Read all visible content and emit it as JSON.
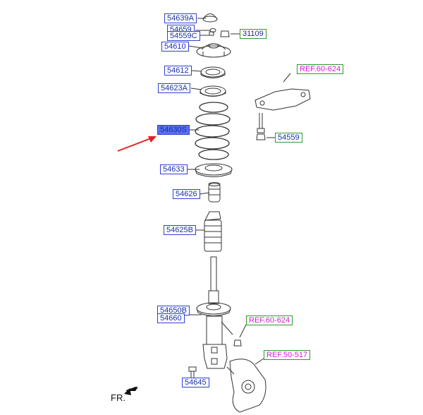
{
  "labels": {
    "p54639A": "54639A",
    "p54659": "54659",
    "p54559C": "54559C",
    "p31109": "31109",
    "p54610": "54610",
    "p54612": "54612",
    "p54623A": "54623A",
    "p54630S": "54630S",
    "p54633": "54633",
    "p54626": "54626",
    "p54625B": "54625B",
    "p54650B": "54650B",
    "p54660": "54660",
    "p54645": "54645",
    "p54559": "54559",
    "ref_60_624_top": "REF.60-624",
    "ref_60_624_mid": "REF.60-624",
    "ref_50_517": "REF.50-517"
  },
  "direction": {
    "text": "FR."
  },
  "colors": {
    "label_border_blue": "#2f3fd6",
    "label_text_blue": "#1a2fa8",
    "label_border_green": "#2e9a2e",
    "ref_text_magenta": "#d11fd1",
    "selected_fill": "#5b6ef0",
    "highlight_arrow": "#e02020"
  },
  "selected_part": "54630S"
}
